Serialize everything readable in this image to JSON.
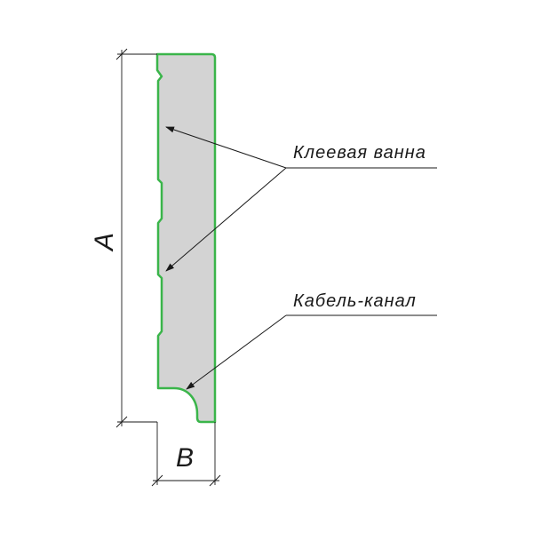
{
  "diagram": {
    "callouts": [
      {
        "id": "glue-bath",
        "text": "Клеевая ванна"
      },
      {
        "id": "cable-channel",
        "text": "Кабель-канал"
      }
    ],
    "dimensions": [
      {
        "id": "height",
        "text": "A"
      },
      {
        "id": "width",
        "text": "B"
      }
    ],
    "colors": {
      "profile_fill": "#d3d3d3",
      "profile_outline": "#3ab54a",
      "line": "#1a1a1a"
    }
  }
}
